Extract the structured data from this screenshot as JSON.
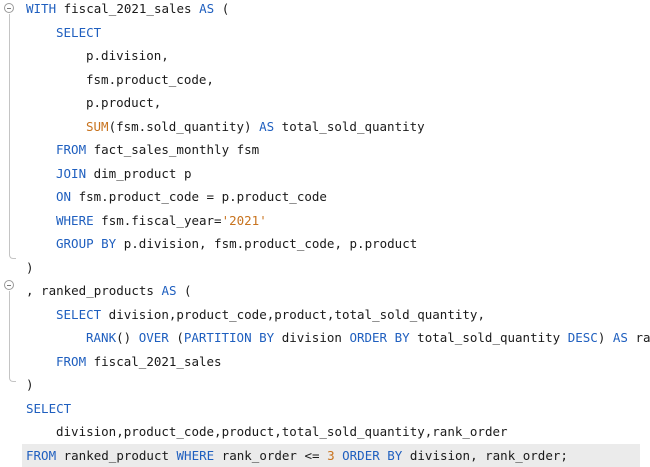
{
  "editor": {
    "lines": [
      {
        "indent": 0,
        "tokens": [
          {
            "t": "WITH",
            "c": "kw"
          },
          {
            "t": " fiscal_2021_sales ",
            "c": "plain"
          },
          {
            "t": "AS",
            "c": "kw"
          },
          {
            "t": " (",
            "c": "plain"
          }
        ]
      },
      {
        "indent": 1,
        "tokens": [
          {
            "t": "SELECT",
            "c": "kw"
          }
        ]
      },
      {
        "indent": 2,
        "tokens": [
          {
            "t": "p.division,",
            "c": "plain"
          }
        ]
      },
      {
        "indent": 2,
        "tokens": [
          {
            "t": "fsm.product_code,",
            "c": "plain"
          }
        ]
      },
      {
        "indent": 2,
        "tokens": [
          {
            "t": "p.product,",
            "c": "plain"
          }
        ]
      },
      {
        "indent": 2,
        "tokens": [
          {
            "t": "SUM",
            "c": "fn"
          },
          {
            "t": "(fsm.sold_quantity) ",
            "c": "plain"
          },
          {
            "t": "AS",
            "c": "kw"
          },
          {
            "t": " total_sold_quantity",
            "c": "plain"
          }
        ]
      },
      {
        "indent": 1,
        "tokens": [
          {
            "t": "FROM",
            "c": "kw"
          },
          {
            "t": " fact_sales_monthly fsm",
            "c": "plain"
          }
        ]
      },
      {
        "indent": 1,
        "tokens": [
          {
            "t": "JOIN",
            "c": "kw"
          },
          {
            "t": " dim_product p",
            "c": "plain"
          }
        ]
      },
      {
        "indent": 1,
        "tokens": [
          {
            "t": "ON",
            "c": "kw"
          },
          {
            "t": " fsm.product_code = p.product_code",
            "c": "plain"
          }
        ]
      },
      {
        "indent": 1,
        "tokens": [
          {
            "t": "WHERE",
            "c": "kw"
          },
          {
            "t": " fsm.fiscal_year=",
            "c": "plain"
          },
          {
            "t": "'2021'",
            "c": "str"
          }
        ]
      },
      {
        "indent": 1,
        "tokens": [
          {
            "t": "GROUP BY",
            "c": "kw"
          },
          {
            "t": " p.division, fsm.product_code, p.product",
            "c": "plain"
          }
        ]
      },
      {
        "indent": 0,
        "tokens": [
          {
            "t": ")",
            "c": "plain"
          }
        ]
      },
      {
        "indent": 0,
        "tokens": [
          {
            "t": ", ranked_products ",
            "c": "plain"
          },
          {
            "t": "AS",
            "c": "kw"
          },
          {
            "t": " (",
            "c": "plain"
          }
        ]
      },
      {
        "indent": 1,
        "tokens": [
          {
            "t": "SELECT",
            "c": "kw"
          },
          {
            "t": " division,product_code,product,total_sold_quantity,",
            "c": "plain"
          }
        ]
      },
      {
        "indent": 2,
        "tokens": [
          {
            "t": "RANK",
            "c": "kw"
          },
          {
            "t": "() ",
            "c": "plain"
          },
          {
            "t": "OVER",
            "c": "kw"
          },
          {
            "t": " (",
            "c": "plain"
          },
          {
            "t": "PARTITION BY",
            "c": "kw"
          },
          {
            "t": " division ",
            "c": "plain"
          },
          {
            "t": "ORDER BY",
            "c": "kw"
          },
          {
            "t": " total_sold_quantity ",
            "c": "plain"
          },
          {
            "t": "DESC",
            "c": "kw"
          },
          {
            "t": ") ",
            "c": "plain"
          },
          {
            "t": "AS",
            "c": "kw"
          },
          {
            "t": " rank",
            "c": "plain"
          }
        ]
      },
      {
        "indent": 1,
        "tokens": [
          {
            "t": "FROM",
            "c": "kw"
          },
          {
            "t": " fiscal_2021_sales",
            "c": "plain"
          }
        ]
      },
      {
        "indent": 0,
        "tokens": [
          {
            "t": ")",
            "c": "plain"
          }
        ]
      },
      {
        "indent": 0,
        "tokens": [
          {
            "t": "SELECT",
            "c": "kw"
          }
        ]
      },
      {
        "indent": 1,
        "tokens": [
          {
            "t": "division,product_code,product,total_sold_quantity,rank_order",
            "c": "plain"
          }
        ]
      },
      {
        "indent": 0,
        "highlight": true,
        "tokens": [
          {
            "t": "FROM",
            "c": "kw"
          },
          {
            "t": " ranked_product ",
            "c": "plain"
          },
          {
            "t": "WHERE",
            "c": "kw"
          },
          {
            "t": " rank_order <= ",
            "c": "plain"
          },
          {
            "t": "3",
            "c": "num"
          },
          {
            "t": " ",
            "c": "plain"
          },
          {
            "t": "ORDER BY",
            "c": "kw"
          },
          {
            "t": " division, rank_order;",
            "c": "plain"
          }
        ]
      }
    ]
  },
  "colors": {
    "keyword": "#1f5fbf",
    "function": "#c8731e",
    "string": "#c8731e",
    "number": "#c8731e",
    "text": "#1a1a1a",
    "current_line": "#ebebeb"
  },
  "icons": {
    "fold": "fold-collapse-icon"
  }
}
